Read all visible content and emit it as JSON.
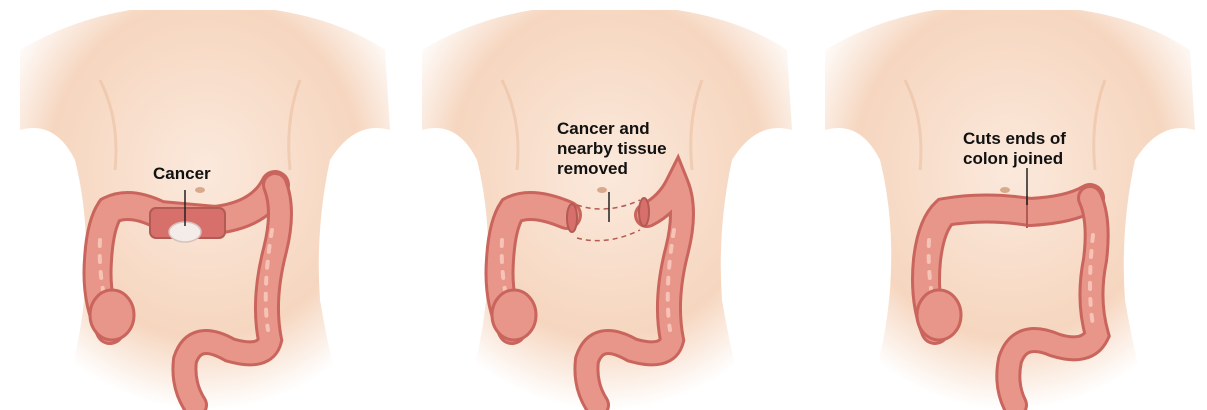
{
  "panels": [
    {
      "step": "tumor",
      "label_lines": [
        "Cancer"
      ]
    },
    {
      "step": "resection",
      "label_lines": [
        "Cancer and",
        "nearby tissue",
        "removed"
      ]
    },
    {
      "step": "anastomosis",
      "label_lines": [
        "Cuts ends of",
        "colon joined"
      ]
    }
  ],
  "colors": {
    "skin": "#f7dcc6",
    "skin_shadow": "#ebbfa2",
    "colon": "#e8958a",
    "colon_dark": "#c9655c",
    "colon_light": "#f6c3b6",
    "tumor": "#f4ece8",
    "removed_outline": "#b35a55",
    "leader": "#222222"
  }
}
